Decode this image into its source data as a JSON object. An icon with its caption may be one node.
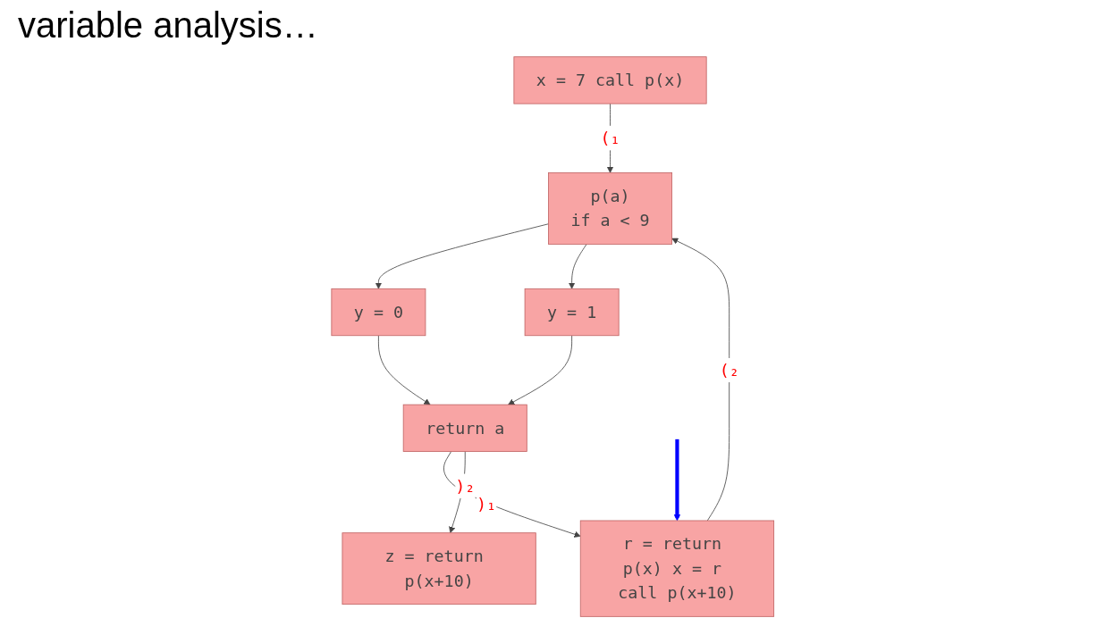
{
  "diagram": {
    "title": "variable analysis…",
    "nodes": [
      {
        "text": [
          "x = 7 call p(x)"
        ]
      },
      {
        "text": [
          "r = return p(x) x = r call p(x+10)"
        ]
      },
      {
        "text": [
          "z = return p(x+10)"
        ]
      },
      {
        "text": [
          "p(a)",
          "if a < 9"
        ]
      },
      {
        "text": [
          "y = 0"
        ]
      },
      {
        "text": [
          "y = 1"
        ]
      },
      {
        "text": [
          "return a"
        ]
      }
    ],
    "edges": [
      {
        "from": 0,
        "to": 3,
        "arrow": "to",
        "label": "(₁"
      },
      {
        "from": 6,
        "to": 1,
        "arrow": "to",
        "label": ")₁"
      },
      {
        "from": 1,
        "to": 3,
        "arrow": "to",
        "label": "(₂"
      },
      {
        "from": 6,
        "to": 2,
        "arrow": "to",
        "label": ")₂"
      },
      {
        "from": 3,
        "to": 4,
        "arrow": "to"
      },
      {
        "from": 3,
        "to": 5,
        "arrow": "to"
      },
      {
        "from": 4,
        "to": 6,
        "arrow": "to"
      },
      {
        "from": 5,
        "to": 6,
        "arrow": "to"
      },
      {
        "from": null,
        "to": 1,
        "arrow": "to",
        "style": "thick",
        "color": "#0000ff"
      }
    ]
  }
}
